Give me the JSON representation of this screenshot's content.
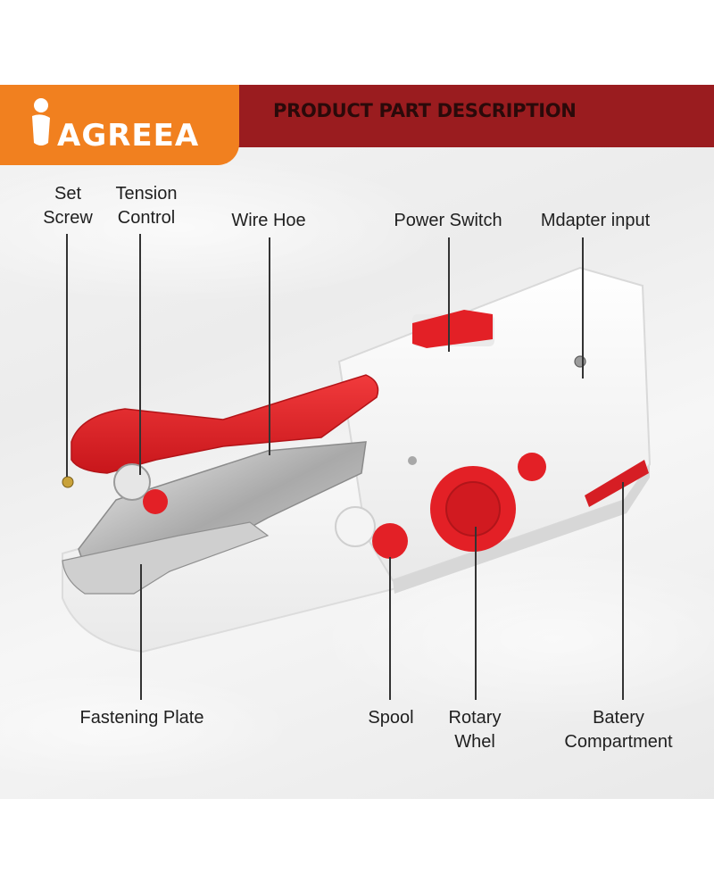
{
  "brand": {
    "name": "AGREEA"
  },
  "header": {
    "title": "PRODUCT PART DESCRIPTION"
  },
  "colors": {
    "brand_orange": "#f1801f",
    "header_red": "#9a1c1f",
    "accent_red": "#e32026",
    "body_white": "#ffffff"
  },
  "labels": {
    "set_screw": {
      "line1": "Set",
      "line2": "Screw"
    },
    "tension_control": {
      "line1": "Tension",
      "line2": "Control"
    },
    "wire_hoe": "Wire Hoe",
    "power_switch": "Power Switch",
    "adapter_input": "Mdapter input",
    "fastening_plate": "Fastening Plate",
    "spool": "Spool",
    "rotary_wheel": {
      "line1": "Rotary",
      "line2": "Whel"
    },
    "battery_compartment": {
      "line1": "Batery",
      "line2": "Compartment"
    }
  }
}
